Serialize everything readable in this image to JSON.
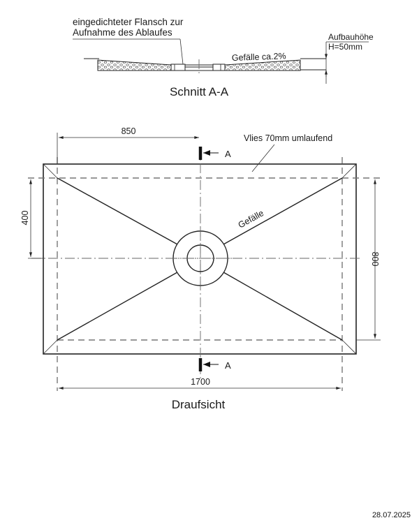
{
  "section_view": {
    "title": "Schnitt A-A",
    "flange_label_line1": "eingedichteter Flansch zur",
    "flange_label_line2": "Aufnahme des Ablaufes",
    "slope_label": "Gefälle ca.2%",
    "height_label_line1": "Aufbauhöhe",
    "height_label_line2": "H=50mm"
  },
  "top_view": {
    "title": "Draufsicht",
    "fleece_label": "Vlies 70mm umlaufend",
    "slope_label": "Gefälle",
    "section_marker_top": "A",
    "section_marker_bottom": "A",
    "dimensions": {
      "drain_offset_x": "850",
      "drain_offset_y": "400",
      "inner_height": "800",
      "inner_width": "1700"
    }
  },
  "footer": {
    "date": "28.07.2025"
  }
}
